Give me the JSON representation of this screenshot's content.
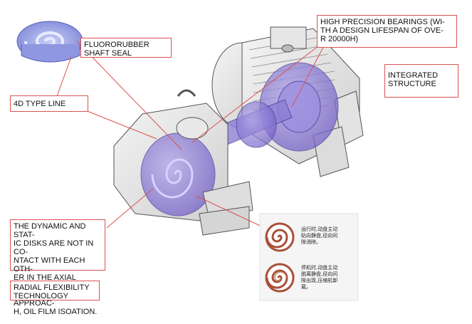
{
  "labels": {
    "fluororubber": "FLUORORUBBER\nSHAFT SEAL",
    "type_line": "4D TYPE LINE",
    "bearings": "HIGH PRECISION BEARINGS (WI-\nTH A DESIGN LIFESPAN OF OVE-\nR 20000H)",
    "integrated": "INTEGRATED\nSTRUCTURE",
    "disks": "THE DYNAMIC AND STAT-\nIC DISKS ARE NOT IN CO-\nNTACT WITH EACH OTH-\nER IN THE AXIAL DIREC-\nTION; RADIAL APPROAC-\nH, OIL FILM ISOATION.",
    "radial": "RADIAL FLEXIBILITY\nTECHNOLOGY"
  },
  "inset": {
    "running_text": "运行时,动盘主动贴向静盘,径向间隙消除。",
    "stopped_text": "停机时,动盘主动脱离静盘,径向间隙出现,压缩机卸载。"
  },
  "colors": {
    "accent": "#d9534f",
    "highlight": "#7b68c9",
    "spiral": "#a8503a"
  }
}
